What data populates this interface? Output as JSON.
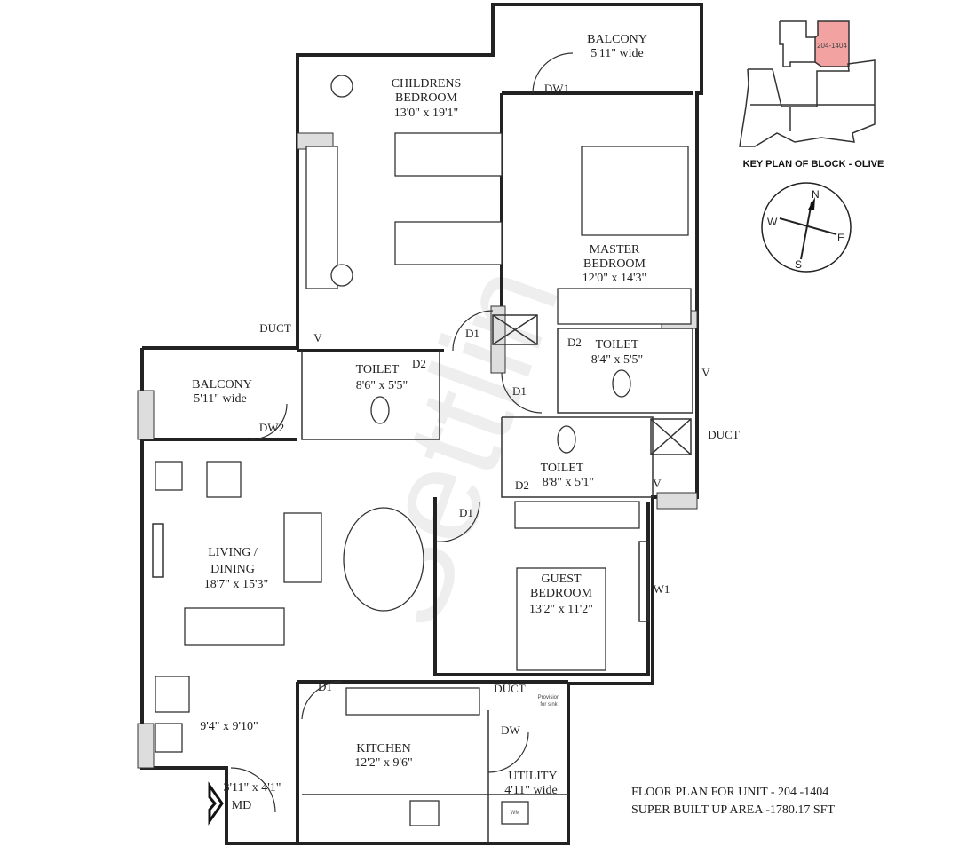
{
  "rooms": {
    "balcony_top": {
      "name": "BALCONY",
      "size": "5'11\" wide"
    },
    "childrens_bedroom": {
      "name_1": "CHILDRENS",
      "name_2": "BEDROOM",
      "size": "13'0\" x 19'1\""
    },
    "master_bedroom": {
      "name_1": "MASTER",
      "name_2": "BEDROOM",
      "size": "12'0\" x 14'3\""
    },
    "balcony_left": {
      "name": "BALCONY",
      "size": "5'11\" wide"
    },
    "toilet_children": {
      "name": "TOILET",
      "size": "8'6\" x 5'5\""
    },
    "toilet_master": {
      "name": "TOILET",
      "size": "8'4\" x 5'5\""
    },
    "toilet_common": {
      "name": "TOILET",
      "size": "8'8\" x 5'1\""
    },
    "living_dining": {
      "name_1": "LIVING /",
      "name_2": "DINING",
      "size": "18'7\" x 15'3\""
    },
    "guest_bedroom": {
      "name_1": "GUEST",
      "name_2": "BEDROOM",
      "size": "13'2\" x 11'2\""
    },
    "foyer": {
      "size": "9'4\" x 9'10\""
    },
    "kitchen": {
      "name": "KITCHEN",
      "size": "12'2\" x 9'6\""
    },
    "utility": {
      "name": "UTILITY",
      "size": "4'11\" wide"
    },
    "entry": {
      "size": "3'11\" x 4'1\"",
      "door": "MD"
    }
  },
  "labels": {
    "dw1": "DW1",
    "dw2": "DW2",
    "dw": "DW",
    "d1_a": "D1",
    "d1_b": "D1",
    "d1_c": "D1",
    "d1_d": "D1",
    "d2_a": "D2",
    "d2_b": "D2",
    "d2_c": "D2",
    "duct_a": "DUCT",
    "duct_b": "DUCT",
    "duct_c": "DUCT",
    "v_a": "V",
    "v_b": "V",
    "v_c": "V",
    "w1": "W1",
    "sink_note_1": "Provision",
    "sink_note_2": "for sink",
    "wm": "WM"
  },
  "key_plan": {
    "title": "KEY PLAN OF BLOCK - OLIVE",
    "unit_tag": "204-1404",
    "highlight_color": "#f08080"
  },
  "compass": {
    "n": "N",
    "s": "S",
    "e": "E",
    "w": "W"
  },
  "footer": {
    "line_1": "FLOOR PLAN FOR UNIT - 204 -1404",
    "line_2": "SUPER BUILT UP AREA  -1780.17 SFT"
  },
  "watermark": "Settlin"
}
